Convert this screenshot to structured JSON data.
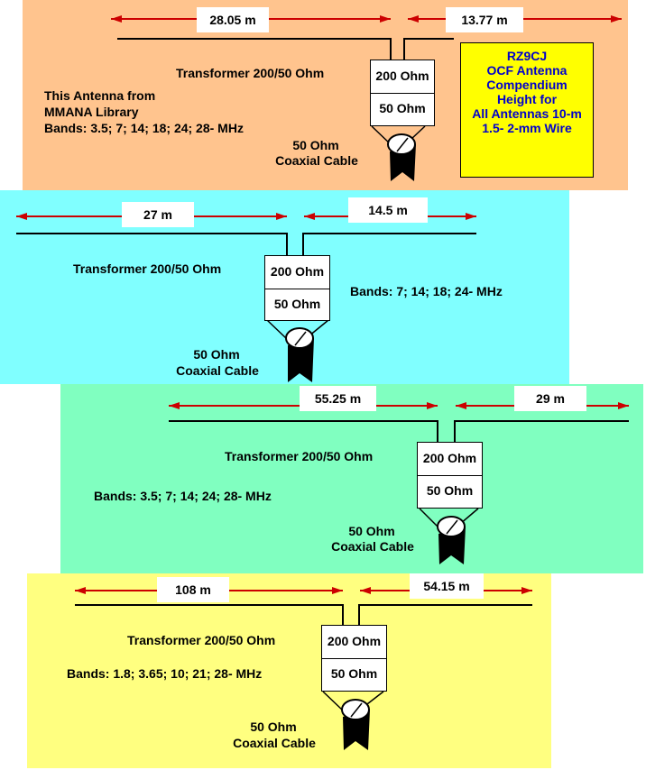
{
  "colors": {
    "panel1": "#ffc48e",
    "panel2": "#80ffff",
    "panel3": "#80ffc0",
    "panel4": "#ffff80",
    "arrow": "#cc0000",
    "info_box": "#ffff00",
    "info_text": "#0000cc"
  },
  "antennas": [
    {
      "left_length": "28.05 m",
      "right_length": "13.77 m",
      "transformer": "Transformer 200/50 Ohm",
      "ohm_top": "200 Ohm",
      "ohm_bottom": "50 Ohm",
      "cable_line1": "50 Ohm",
      "cable_line2": "Coaxial Cable",
      "source_line1": "This Antenna from",
      "source_line2": "MMANA Library",
      "bands": "Bands: 3.5; 7; 14; 18; 24; 28- MHz"
    },
    {
      "left_length": "27 m",
      "right_length": "14.5 m",
      "transformer": "Transformer 200/50 Ohm",
      "ohm_top": "200 Ohm",
      "ohm_bottom": "50 Ohm",
      "cable_line1": "50 Ohm",
      "cable_line2": "Coaxial Cable",
      "bands": "Bands:  7; 14; 18; 24- MHz"
    },
    {
      "left_length": "55.25 m",
      "right_length": "29 m",
      "transformer": "Transformer 200/50 Ohm",
      "ohm_top": "200 Ohm",
      "ohm_bottom": "50 Ohm",
      "cable_line1": "50 Ohm",
      "cable_line2": "Coaxial Cable",
      "bands": "Bands: 3.5; 7; 14; 24; 28- MHz"
    },
    {
      "left_length": "108 m",
      "right_length": "54.15 m",
      "transformer": "Transformer 200/50 Ohm",
      "ohm_top": "200 Ohm",
      "ohm_bottom": "50 Ohm",
      "cable_line1": "50 Ohm",
      "cable_line2": "Coaxial Cable",
      "bands": "Bands: 1.8; 3.65; 10; 21; 28- MHz"
    }
  ],
  "info": {
    "lines": [
      "RZ9CJ",
      "OCF  Antenna",
      "Compendium",
      "Height for",
      "All Antennas 10-m",
      "1.5- 2-mm Wire"
    ]
  }
}
